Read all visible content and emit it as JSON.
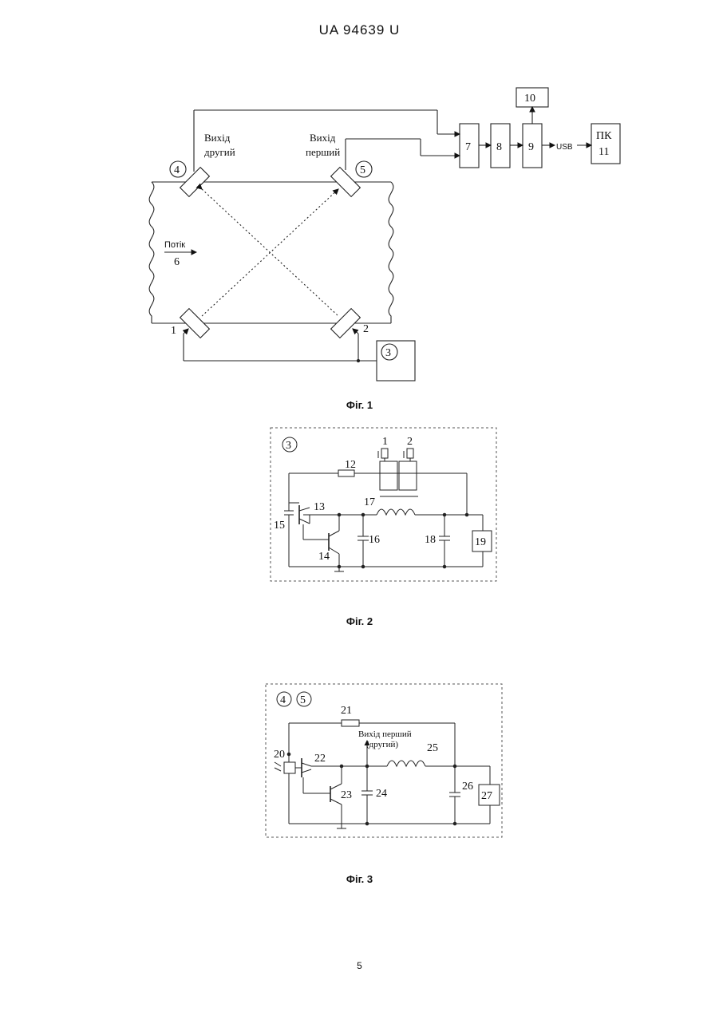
{
  "header": {
    "patent": "UA   94639   U"
  },
  "figures": [
    {
      "caption": "Фіг. 1",
      "labels": {
        "out_second": [
          "Вихід",
          "другий"
        ],
        "out_first": [
          "Вихід",
          "перший"
        ],
        "flow": "Потік",
        "flow_num": "6",
        "n1": "1",
        "n2": "2",
        "n3": "3",
        "n4": "4",
        "n5": "5",
        "b7": "7",
        "b8": "8",
        "b9": "9",
        "b10": "10",
        "usb": "USB",
        "pc": [
          "ПК",
          "11"
        ]
      }
    },
    {
      "caption": "Фіг. 2",
      "labels": {
        "n3": "3",
        "n1": "1",
        "n2": "2",
        "n12": "12",
        "n13": "13",
        "n14": "14",
        "n15": "15",
        "n16": "16",
        "n17": "17",
        "n18": "18",
        "n19": "19"
      }
    },
    {
      "caption": "Фіг. 3",
      "labels": {
        "n4": "4",
        "n5": "5",
        "n20": "20",
        "n21": "21",
        "n22": "22",
        "n23": "23",
        "n24": "24",
        "n25": "25",
        "n26": "26",
        "n27": "27",
        "out": [
          "Вихід перший",
          "(другий)"
        ]
      }
    }
  ],
  "page_number": "5"
}
